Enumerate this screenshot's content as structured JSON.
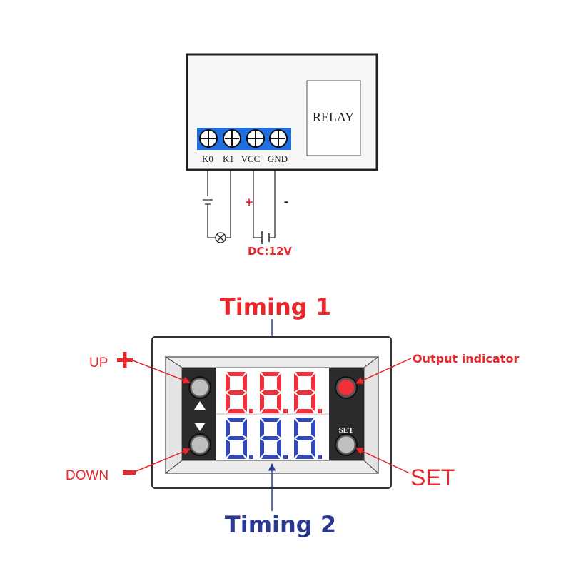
{
  "wiring": {
    "relay_label": "RELAY",
    "terminals": [
      "K0",
      "K1",
      "VCC",
      "GND"
    ],
    "plus_sign": "+",
    "minus_sign": "-",
    "supply_label": "DC:12V"
  },
  "panel": {
    "timing1_label": "Timing 1",
    "timing2_label": "Timing 2",
    "up_label": "UP",
    "down_label": "DOWN",
    "output_indicator_label": "Output indicator",
    "set_label": "SET",
    "set_button_text": "SET"
  },
  "colors": {
    "accent_red": "#e8262b",
    "accent_blue": "#2b3a8f",
    "terminal_blue": "#1f6fe0",
    "display_red": "#f0303a",
    "display_blue": "#3248b8"
  }
}
